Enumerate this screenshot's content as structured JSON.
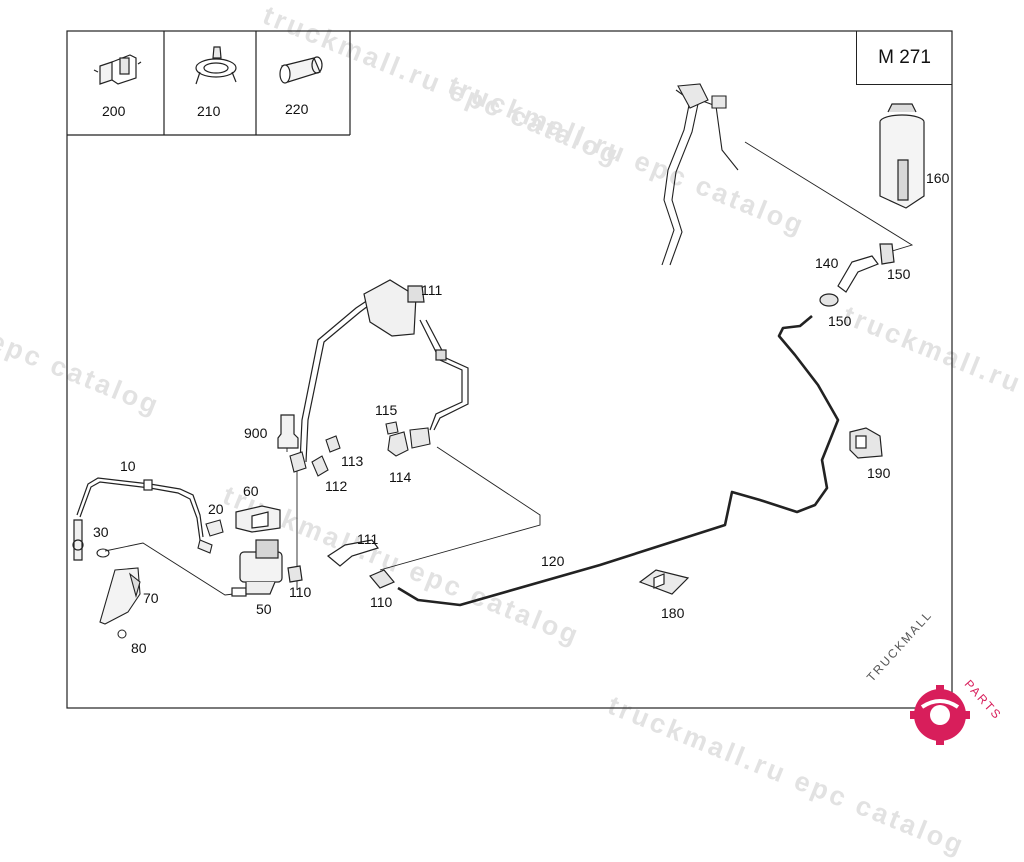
{
  "model_code": "M 271",
  "legend_items": [
    {
      "part": "200",
      "icon": "clamp-icon"
    },
    {
      "part": "210",
      "icon": "clip-icon"
    },
    {
      "part": "220",
      "icon": "hose-sleeve-icon"
    }
  ],
  "callouts": {
    "p10": "10",
    "p20": "20",
    "p30": "30",
    "p50": "50",
    "p60": "60",
    "p70": "70",
    "p80": "80",
    "p110a": "110",
    "p110b": "110",
    "p111a": "111",
    "p111b": "111",
    "p112": "112",
    "p113": "113",
    "p114": "114",
    "p115": "115",
    "p120": "120",
    "p140": "140",
    "p150a": "150",
    "p150b": "150",
    "p160": "160",
    "p180": "180",
    "p190": "190",
    "p900": "900"
  },
  "watermark": "truckmall.ru epc catalog",
  "brand": {
    "left": "TRUCKMALL",
    "right": "PARTS",
    "accent": "#d81e5b"
  }
}
